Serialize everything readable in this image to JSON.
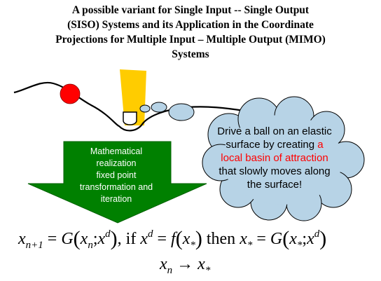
{
  "title": {
    "line1": "A possible variant for Single Input  -- Single Output",
    "line2": "(SISO) Systems and its Application in the Coordinate",
    "line3": "Projections for Multiple Input – Multiple Output (MIMO)",
    "line4": "Systems"
  },
  "arrow_label": {
    "line1": "Mathematical",
    "line2": "realization",
    "line3": "fixed point",
    "line4": "transformation and",
    "line5": "iteration"
  },
  "callout": {
    "part1": "Drive a ball on an elastic surface by creating ",
    "highlight": "a local basin of attraction",
    "part2": " that slowly moves along the surface!"
  },
  "formula": {
    "x": "x",
    "eq": "=",
    "G": "G",
    "n_plus_1": "n+1",
    "n": "n",
    "d": "d",
    "semi": ";",
    "comma_if": ", if ",
    "then": " then ",
    "f": "f",
    "star": "*",
    "arrow": "→"
  },
  "colors": {
    "ball": "#ff0000",
    "bar": "#ffcc00",
    "arrow": "#008000",
    "cloud": "#b7d3e6",
    "highlight": "#ff0000"
  }
}
